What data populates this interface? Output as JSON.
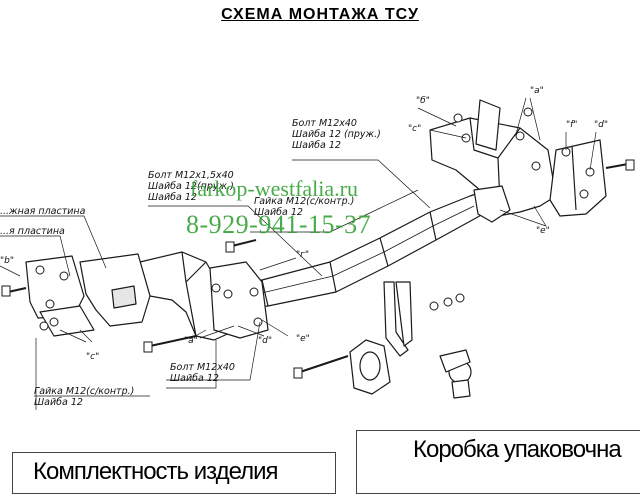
{
  "title": "СХЕМА МОНТАЖА ТСУ",
  "labels": {
    "bolt_m12x40_top": [
      "Болт М12х40",
      "Шайба 12 (пруж.)",
      "Шайба 12"
    ],
    "bolt_m12x15x40": [
      "Болт М12х1,5х40",
      "Шайба 12(пруж.)",
      "Шайба 12"
    ],
    "nut_m12_middle": [
      "Гайка М12(с/контр.)",
      "Шайба 12"
    ],
    "plate_inner": "...жная пластина",
    "plate_outer": "...я пластина",
    "nut_m12_bottom": [
      "Гайка М12(с/контр.)",
      "Шайба 12"
    ],
    "bolt_m12x40_bottom": [
      "Болт М12х40",
      "Шайба 12"
    ]
  },
  "tags": {
    "b": "\"б\"",
    "a": "\"а\"",
    "c_top": "\"с\"",
    "f": "\"f\"",
    "d_top": "\"d\"",
    "e_right": "\"e\"",
    "g": "\"г\"",
    "a_bottom": "\"а\"",
    "d_bottom": "\"d\"",
    "e_bottom": "\"e\"",
    "c_bottom": "\"с\"",
    "b_left": "\"b\""
  },
  "watermark": {
    "site": "farkop-westfalia.ru",
    "phone": "8-929-941-15-37"
  },
  "bottom": {
    "completeness": "Комплектность изделия",
    "box": "Коробка упаковочна"
  },
  "colors": {
    "line": "#1a1a1a",
    "watermark": "#37a337",
    "fill": "#ffffff",
    "shade": "#e6e6e6"
  }
}
